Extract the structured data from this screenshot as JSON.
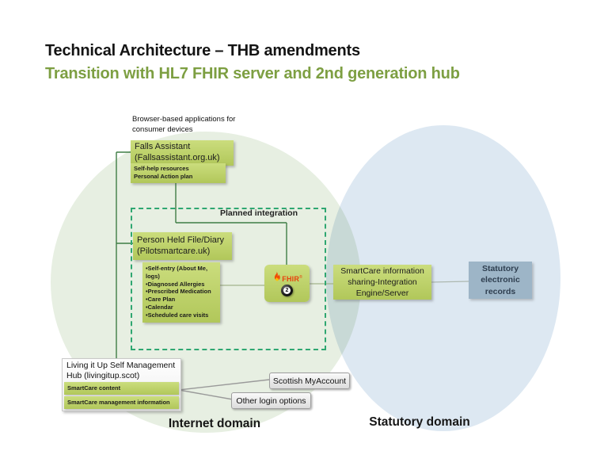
{
  "header": {
    "title": "Technical Architecture – THB amendments",
    "subtitle": "Transition with HL7 FHIR server and 2nd generation hub"
  },
  "diagram": {
    "browser_label_line1": "Browser-based applications for",
    "browser_label_line2": "consumer devices",
    "falls": {
      "title_line1": "Falls Assistant",
      "title_line2": "(Fallsassistant.org.uk)",
      "sub_line1": "Self-help resources",
      "sub_line2": "Personal Action plan"
    },
    "planned_integration_label": "Planned integration",
    "phf": {
      "title_line1": "Person Held File/Diary",
      "title_line2": "(Pilotsmartcare.uk)",
      "bullets": [
        "•Self-entry (About Me, logs)",
        "•Diagnosed Allergies",
        "•Prescribed Medication",
        "•Care Plan",
        "•Calendar",
        "•Scheduled care visits"
      ]
    },
    "fhir": {
      "label": "FHIR",
      "superscript": "®",
      "badge": "2"
    },
    "smartcare_engine": {
      "line1": "SmartCare information",
      "line2": "sharing-Integration",
      "line3": "Engine/Server"
    },
    "statutory_records": {
      "line1": "Statutory",
      "line2": "electronic",
      "line3": "records"
    },
    "hub": {
      "title_line1": "Living it Up Self Management",
      "title_line2": "Hub (livingitup.scot)",
      "row1": "SmartCare content",
      "row2": "SmartCare management information"
    },
    "login": {
      "myaccount": "Scottish MyAccount",
      "other": "Other login options"
    },
    "domains": {
      "internet": "Internet domain",
      "statutory": "Statutory domain"
    }
  },
  "colors": {
    "title-green": "#7d9f42",
    "box-green-top": "#cbdd7d",
    "box-green-bottom": "#b1c75a",
    "dashed-green": "#2fa771",
    "statutory-blue": "#9db5c7",
    "circle-green": "#e7efe2",
    "circle-blue": "#dde8f2",
    "fhir-red": "#e8420c",
    "line-green": "#3f7d45",
    "line-pale": "#a3b38c",
    "line-gray": "#9a9a9a"
  }
}
